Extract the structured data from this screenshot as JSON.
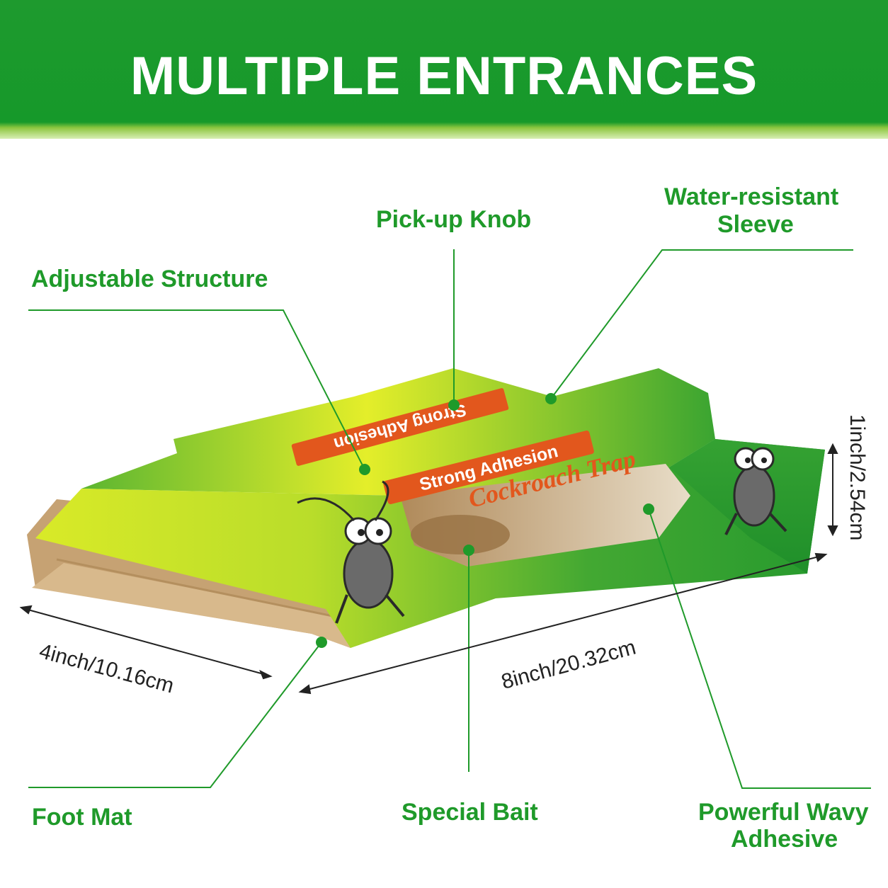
{
  "banner": {
    "title": "MULTIPLE ENTRANCES"
  },
  "labels": {
    "pickup_knob": "Pick-up Knob",
    "water_resistant_line1": "Water-resistant",
    "water_resistant_line2": "Sleeve",
    "adjustable_structure": "Adjustable Structure",
    "foot_mat": "Foot Mat",
    "special_bait": "Special Bait",
    "powerful_wavy_line1": "Powerful Wavy",
    "powerful_wavy_line2": "Adhesive"
  },
  "dimensions": {
    "width": "4inch/10.16cm",
    "length": "8inch/20.32cm",
    "height": "1inch/2.54cm"
  },
  "product": {
    "sign_top_mirrored": "Strong Adhesion",
    "sign_strong": "Strong Adhesion",
    "sign_brand": "Cockroach Trap"
  },
  "colors": {
    "brand_green": "#1f9a2a",
    "box_green": "#2e9e2f",
    "box_yellow": "#e6f02a",
    "cardboard": "#c9a77a",
    "sign_orange": "#e2571d"
  }
}
